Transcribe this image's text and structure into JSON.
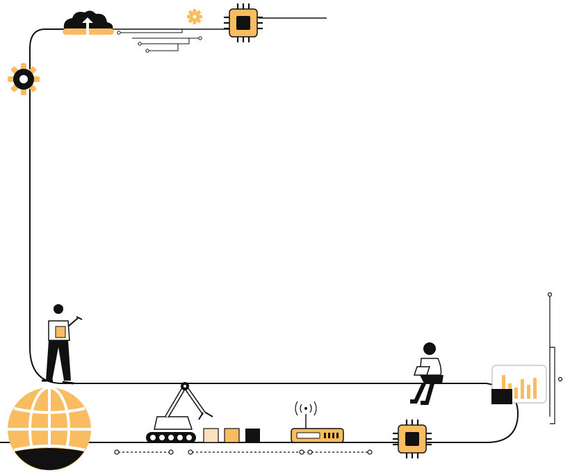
{
  "colors": {
    "accent": "#F9BC60",
    "accent_light": "#FDE0BE",
    "ink": "#111111",
    "background": "#FFFFFF"
  },
  "illustration": {
    "icons": [
      "cloud-upload-icon",
      "gear-icon",
      "cpu-chip-icon",
      "globe-icon",
      "robot-arm-icon",
      "router-icon",
      "bar-chart-icon",
      "person-standing-icon",
      "person-laptop-icon"
    ]
  },
  "bar_chart_panel": {
    "bars": [
      0.85,
      0.55,
      0.4,
      0.7,
      0.5,
      0.75
    ]
  }
}
